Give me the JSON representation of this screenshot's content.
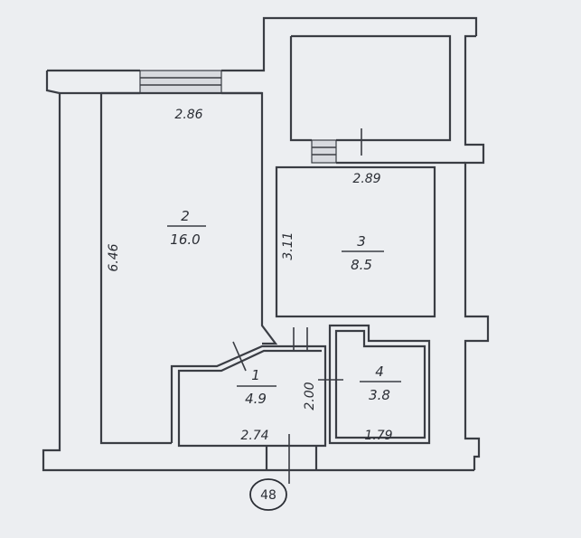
{
  "rooms": [
    {
      "number": "1",
      "area": "4.9"
    },
    {
      "number": "2",
      "area": "16.0"
    },
    {
      "number": "3",
      "area": "8.5"
    },
    {
      "number": "4",
      "area": "3.8"
    }
  ],
  "dimensions": {
    "room2_width": "2.86",
    "room2_length": "6.46",
    "room3_width": "2.89",
    "room3_length": "3.11",
    "room1_width": "2.74",
    "room1_depth": "2.00",
    "room4_width": "1.79"
  },
  "marker": "48"
}
